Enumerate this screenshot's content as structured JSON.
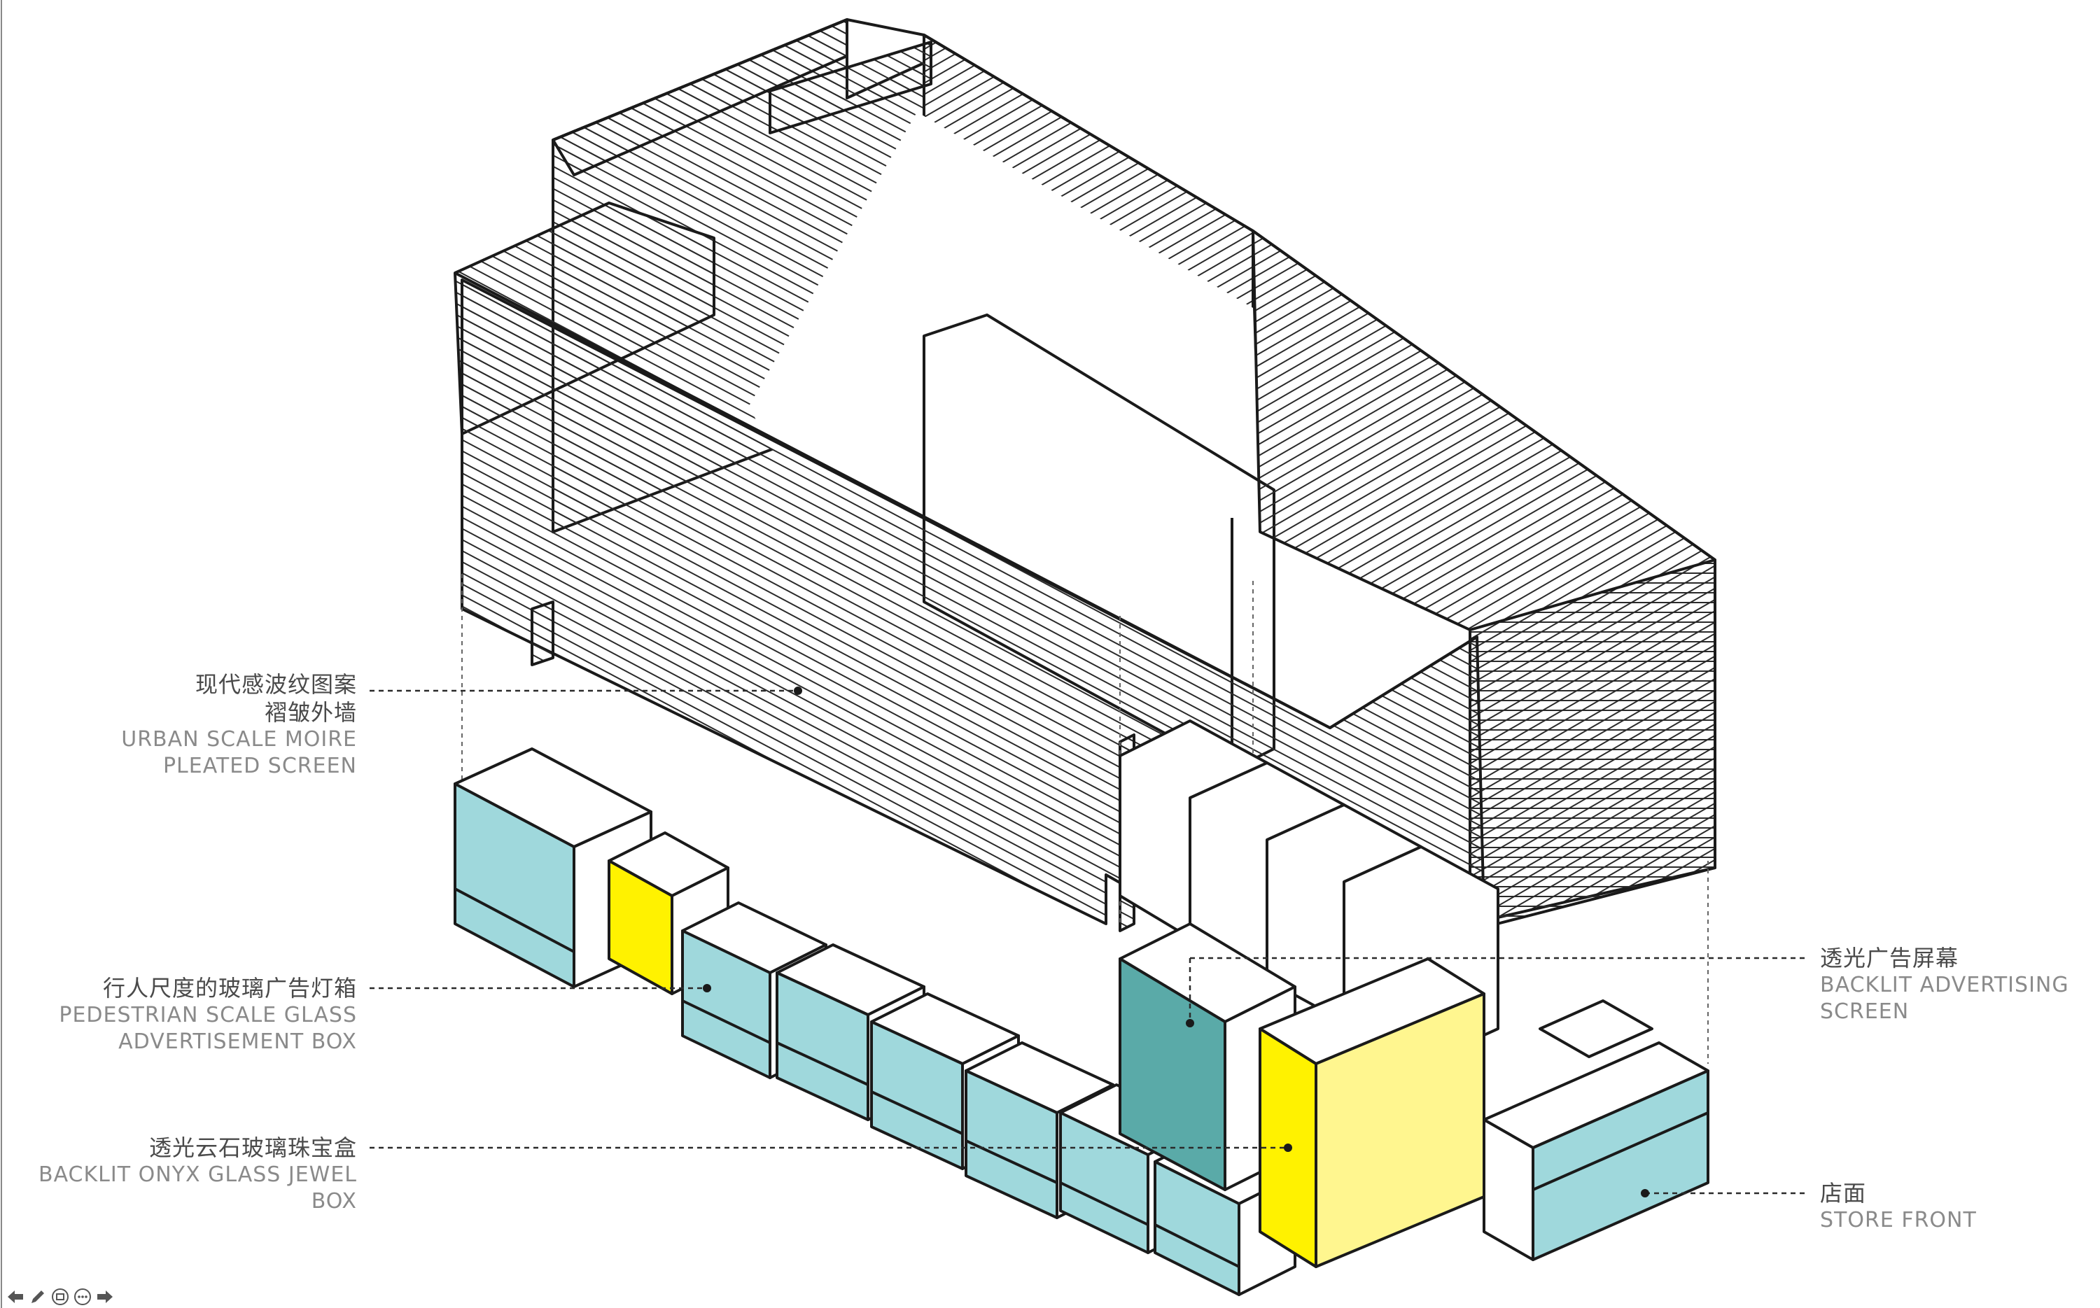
{
  "labels": {
    "screen": {
      "cn_line1": "现代感波纹图案",
      "cn_line2": "褶皱外墙",
      "en_line1": "URBAN SCALE MOIRE",
      "en_line2": "PLEATED SCREEN"
    },
    "adbox": {
      "cn_line1": "行人尺度的玻璃广告灯箱",
      "en_line1": "PEDESTRIAN SCALE GLASS",
      "en_line2": "ADVERTISEMENT BOX"
    },
    "jewel": {
      "cn_line1": "透光云石玻璃珠宝盒",
      "en_line1": "BACKLIT ONYX GLASS JEWEL",
      "en_line2": "BOX"
    },
    "adscreen": {
      "cn_line1": "透光广告屏幕",
      "en_line1": "BACKLIT ADVERTISING",
      "en_line2": "SCREEN"
    },
    "storefront": {
      "cn_line1": "店面",
      "en_line1": "STORE FRONT"
    }
  },
  "colors": {
    "cyan": "#9fd8dc",
    "cyan_light": "#bfe6e9",
    "teal": "#5aaaa8",
    "yellow": "#fff200",
    "yellow_light": "#fff68f",
    "line": "#1a1a1a",
    "label_cn": "#4a4a4a",
    "label_en": "#8a8a8a"
  },
  "toolbar": {
    "icons": [
      "arrow-left-icon",
      "pen-icon",
      "slides-icon",
      "more-icon",
      "arrow-right-icon"
    ]
  }
}
